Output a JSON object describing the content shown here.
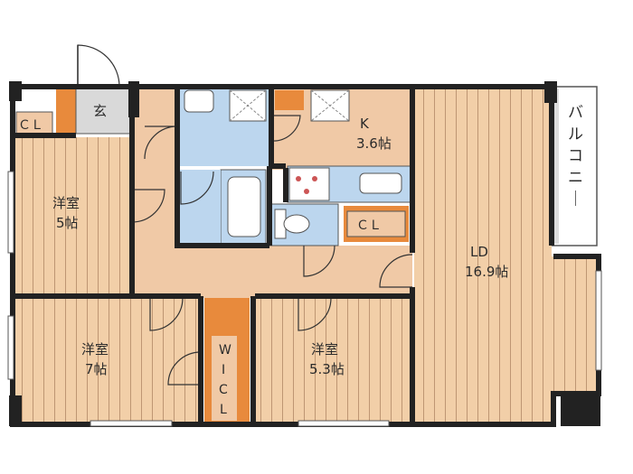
{
  "rooms": {
    "genkan": "玄",
    "cl_top_left": "ＣＬ",
    "western1_name": "洋室",
    "western1_size": "5帖",
    "western2_name": "洋室",
    "western2_size": "7帖",
    "western3_name": "洋室",
    "western3_size": "5.3帖",
    "kitchen_name": "K",
    "kitchen_size": "3.6帖",
    "ld_name": "LD",
    "ld_size": "16.9帖",
    "cl_middle": "ＣＬ",
    "wicl": [
      "W",
      "I",
      "C",
      "L"
    ],
    "balcony": "バルコニー"
  },
  "colors": {
    "floor_wood": "#f2cfa8",
    "floor_line": "#9b7150",
    "hall": "#f0c9a6",
    "wet_area": "#bcd6ee",
    "closet": "#e88a3c",
    "walls": "#222222",
    "entry_floor": "#d9d9d9"
  }
}
